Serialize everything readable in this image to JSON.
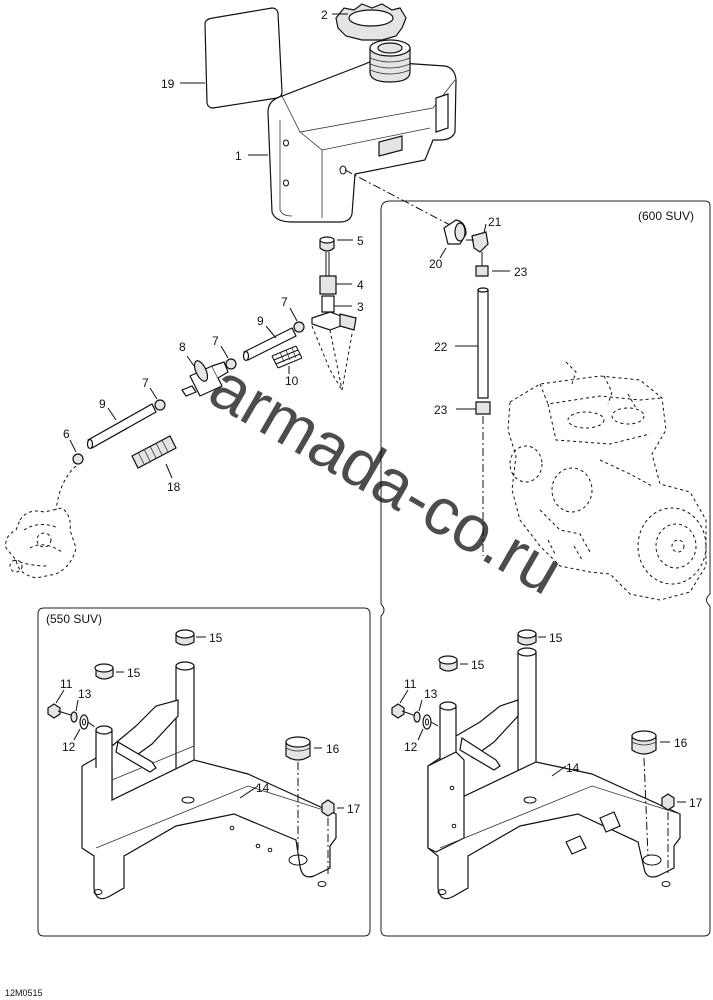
{
  "figure_code": "12M0515",
  "watermark": "armada-co.ru",
  "panels": {
    "suv600": "(600 SUV)",
    "suv550": "(550 SUV)"
  },
  "labels": {
    "p1": "1",
    "p2": "2",
    "p3": "3",
    "p4": "4",
    "p5": "5",
    "p6": "6",
    "p7a": "7",
    "p7b": "7",
    "p7c": "7",
    "p8": "8",
    "p9a": "9",
    "p9b": "9",
    "p10": "10",
    "p18": "18",
    "p19": "19",
    "p20": "20",
    "p21": "21",
    "p22": "22",
    "p23a": "23",
    "p23b": "23",
    "l11": "11",
    "l12": "12",
    "l13": "13",
    "l14": "14",
    "l15a": "15",
    "l15b": "15",
    "l16": "16",
    "l17": "17",
    "r11": "11",
    "r12": "12",
    "r13": "13",
    "r14": "14",
    "r15a": "15",
    "r15b": "15",
    "r16": "16",
    "r17": "17"
  }
}
